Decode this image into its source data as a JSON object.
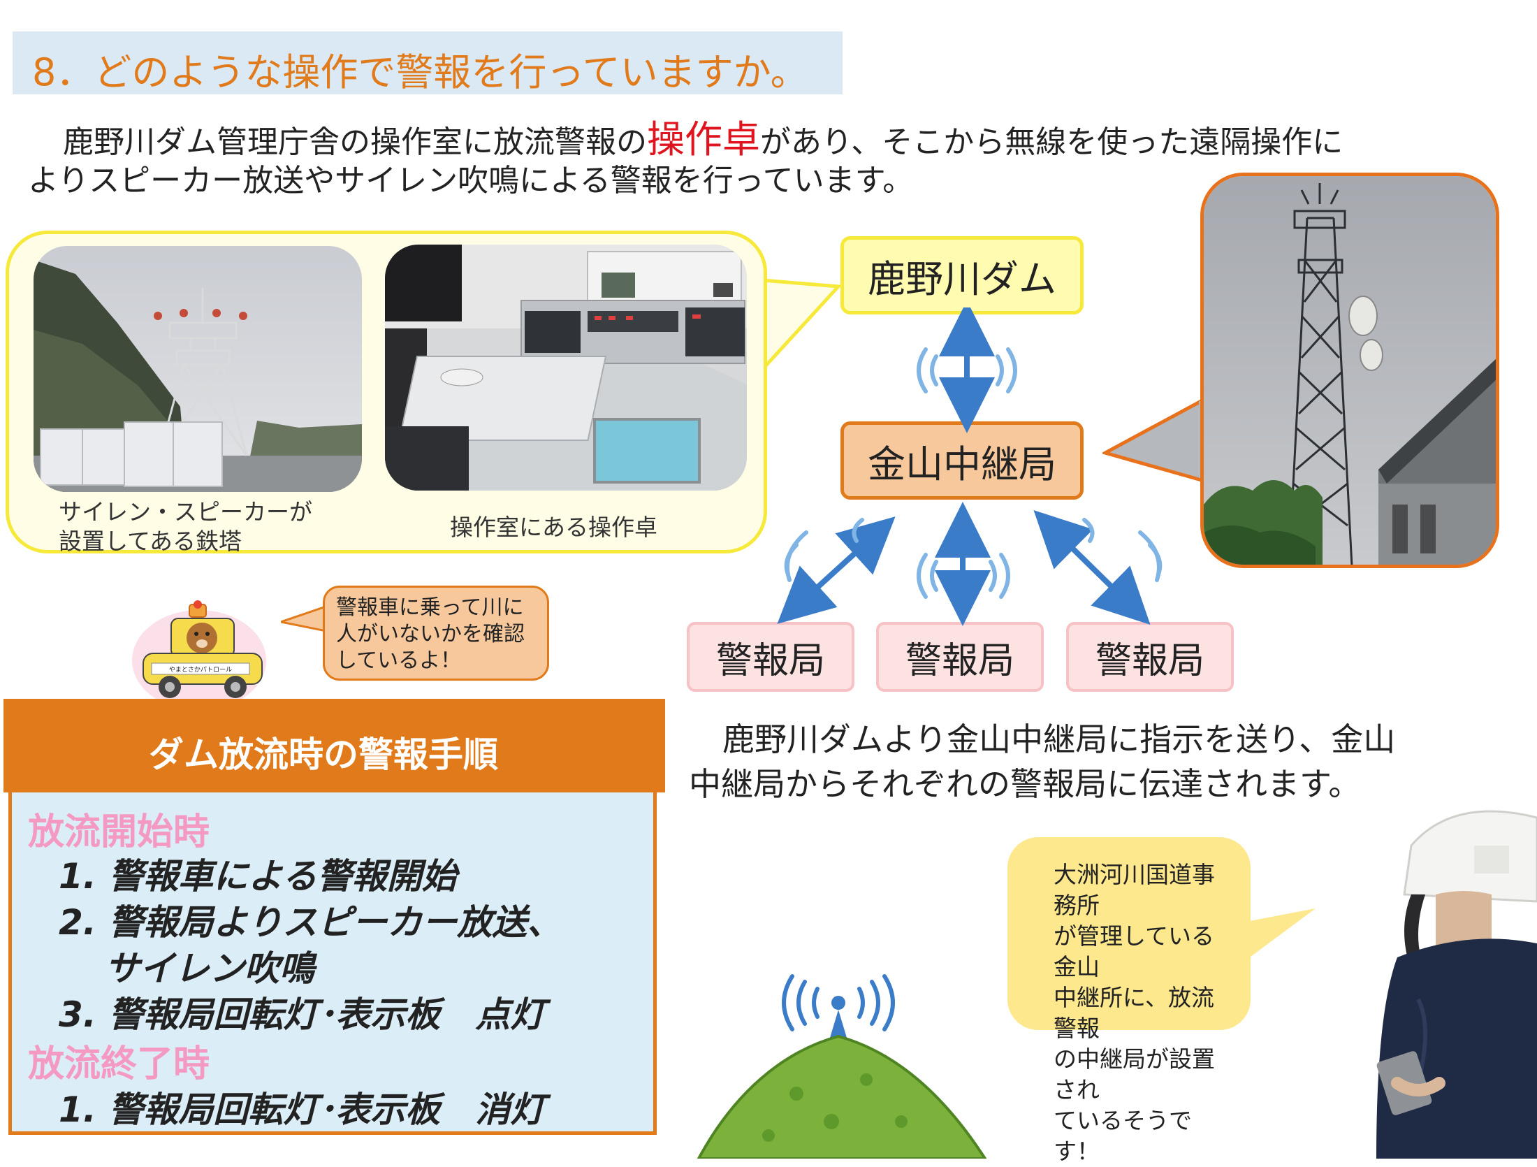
{
  "heading": "8．どのような操作で警報を行っていますか。",
  "intro": {
    "line1_before": "鹿野川ダム管理庁舎の操作室に放流警報の",
    "line1_highlight": "操作卓",
    "line1_after": "があり、そこから無線を使った遠隔操作に",
    "line2": "よりスピーカー放送やサイレン吹鳴による警報を行っています。"
  },
  "photos": {
    "tower_caption_line1": "サイレン・スピーカーが",
    "tower_caption_line2": "設置してある鉄塔",
    "console_caption": "操作室にある操作卓"
  },
  "diagram": {
    "dam": "鹿野川ダム",
    "relay": "金山中継局",
    "warning_stations": [
      "警報局",
      "警報局",
      "警報局"
    ]
  },
  "car_bubble": [
    "警報車に乗って川に",
    "人がいないかを確認",
    "しているよ！"
  ],
  "car_sign": "やまとさかパトロール",
  "procedure": {
    "title": "ダム放流時の警報手順",
    "start_heading": "放流開始時",
    "start_steps": [
      "1. 警報車による警報開始",
      "2. 警報局よりスピーカー放送、",
      "サイレン吹鳴",
      "3. 警報局回転灯･表示板　点灯"
    ],
    "end_heading": "放流終了時",
    "end_steps": [
      "1. 警報局回転灯･表示板　消灯"
    ]
  },
  "relay_desc": [
    "鹿野川ダムより金山中継局に指示を送り、金山",
    "中継局からそれぞれの警報局に伝達されます。"
  ],
  "staff_bubble": [
    "大洲河川国道事務所",
    "が管理している金山",
    "中継所に、放流警報",
    "の中継局が設置され",
    "ているそうです！"
  ],
  "colors": {
    "accent_orange": "#e07a1a",
    "highlight_red": "#e0141e",
    "yellow_border": "#f6e93a",
    "arrow_blue": "#3b7cc9",
    "pink_heading": "#f49ac2"
  }
}
